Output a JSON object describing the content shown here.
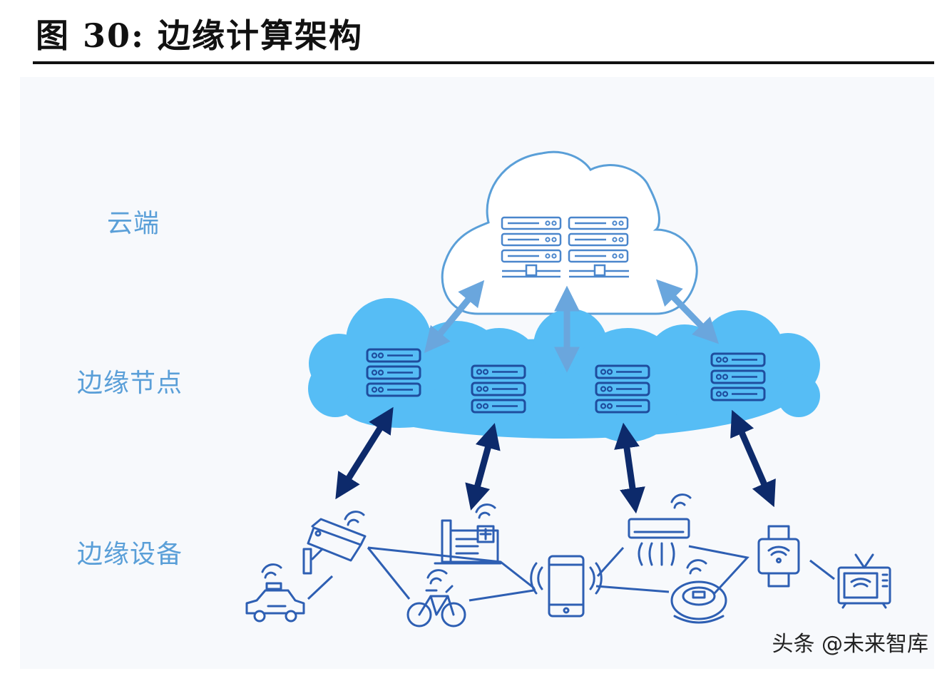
{
  "figure": {
    "title": "图  30:  边缘计算架构"
  },
  "layers": {
    "cloud": "云端",
    "edge_nodes": "边缘节点",
    "edge_devices": "边缘设备"
  },
  "watermark": "头条 @未来智库",
  "colors": {
    "cloud_outline": "#5a9fd8",
    "edge_cloud_fill": "#56bdf5",
    "device_icon": "#2e5fb3",
    "arrow_dark": "#0d2a6b",
    "arrow_light": "#6aa6dd",
    "label": "#5a9fd8"
  },
  "devices": [
    {
      "icon": "security-camera-icon"
    },
    {
      "icon": "taxi-icon"
    },
    {
      "icon": "factory-icon"
    },
    {
      "icon": "bicycle-icon"
    },
    {
      "icon": "smartphone-icon"
    },
    {
      "icon": "air-conditioner-icon"
    },
    {
      "icon": "robot-vacuum-icon"
    },
    {
      "icon": "smartwatch-icon"
    },
    {
      "icon": "television-icon"
    }
  ]
}
